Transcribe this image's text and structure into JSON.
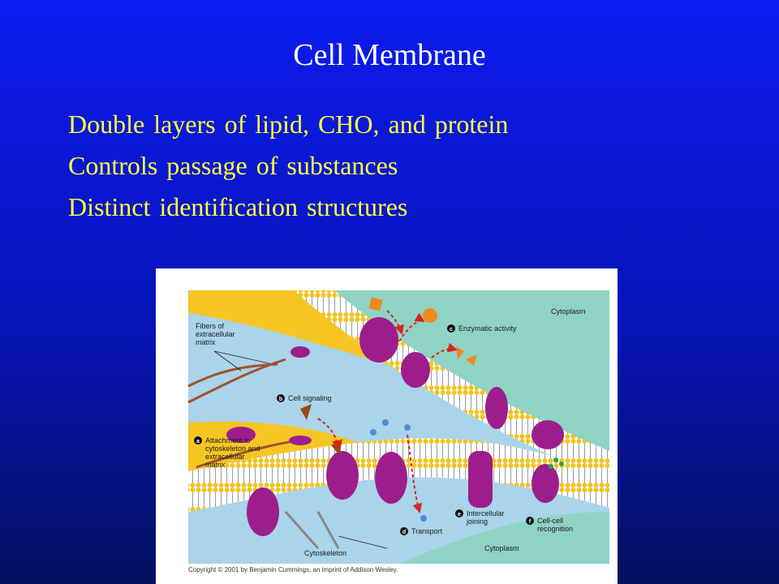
{
  "slide": {
    "title": "Cell Membrane",
    "bullets": [
      "Double layers of lipid, CHO, and protein",
      "Controls passage of substances",
      "Distinct identification structures"
    ]
  },
  "figure": {
    "labels": {
      "cytoplasm_top": "Cytoplasm",
      "cytoplasm_bottom": "Cytoplasm",
      "fibers_1": "Fibers of",
      "fibers_2": "extracellular",
      "fibers_3": "matrix",
      "cytoskeleton": "Cytoskeleton",
      "copyright": "Copyright © 2001 by Benjamin Cummings, an imprint of Addison Wesley."
    },
    "functions": [
      {
        "letter": "a",
        "lines": [
          "Attachment to",
          "cytoskeleton and",
          "extracellular",
          "matrix"
        ]
      },
      {
        "letter": "b",
        "lines": [
          "Cell signaling"
        ]
      },
      {
        "letter": "c",
        "lines": [
          "Enzymatic activity"
        ]
      },
      {
        "letter": "d",
        "lines": [
          "Transport"
        ]
      },
      {
        "letter": "e",
        "lines": [
          "Intercellular",
          "joining"
        ]
      },
      {
        "letter": "f",
        "lines": [
          "Cell-cell",
          "recognition"
        ]
      }
    ],
    "colors": {
      "protein": "#9e1d8c",
      "lipid_head": "#f2c320",
      "extracellular": "#f5c623",
      "cytoplasm": "#8fd3c5",
      "arrow": "#d8241c"
    }
  }
}
